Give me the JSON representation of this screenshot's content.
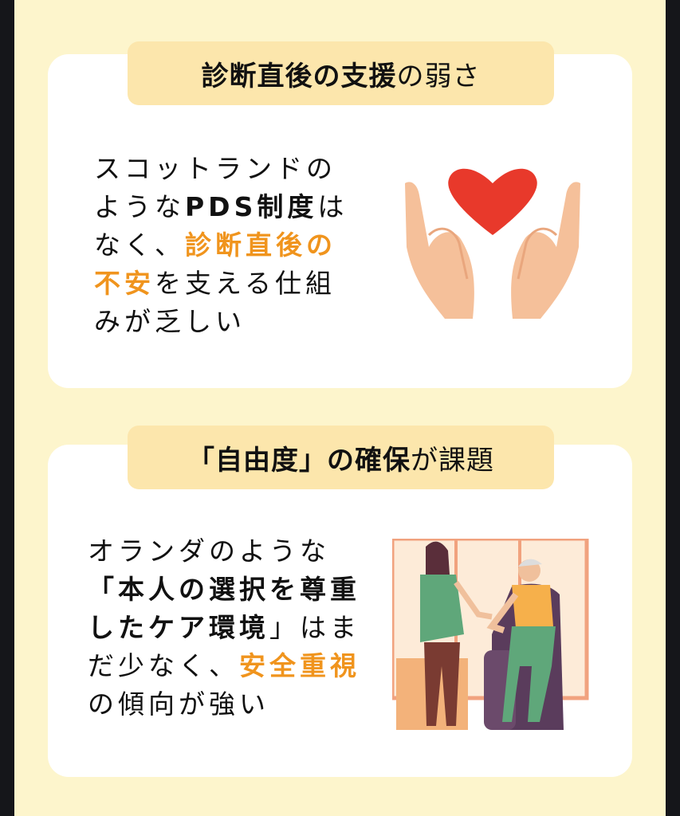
{
  "accent_color": "#f0941d",
  "sections": [
    {
      "title": [
        {
          "text": "診断直後の支援",
          "style": "b"
        },
        {
          "text": "の弱さ",
          "style": "n"
        }
      ],
      "body_lines": [
        [
          {
            "text": "スコットランドの",
            "style": "n"
          }
        ],
        [
          {
            "text": "ような",
            "style": "n"
          },
          {
            "text": "PDS制度",
            "style": "b"
          },
          {
            "text": "は",
            "style": "n"
          }
        ],
        [
          {
            "text": "なく、",
            "style": "n"
          },
          {
            "text": "診断直後の",
            "style": "o"
          }
        ],
        [
          {
            "text": "不安",
            "style": "o"
          },
          {
            "text": "を支える仕組",
            "style": "n"
          }
        ],
        [
          {
            "text": "みが乏しい",
            "style": "n"
          }
        ]
      ],
      "illustration": "hands-holding-heart-icon"
    },
    {
      "title": [
        {
          "text": "「自由度」の確保",
          "style": "b"
        },
        {
          "text": "が課題",
          "style": "n"
        }
      ],
      "body_lines": [
        [
          {
            "text": "オランダのような",
            "style": "n"
          }
        ],
        [
          {
            "text": "「本人の選択を尊重",
            "style": "b"
          }
        ],
        [
          {
            "text": "したケア環境",
            "style": "b"
          },
          {
            "text": "」はま",
            "style": "n"
          }
        ],
        [
          {
            "text": "だ少なく、",
            "style": "n"
          },
          {
            "text": "安全重視",
            "style": "o"
          }
        ],
        [
          {
            "text": "の傾向が強い",
            "style": "n"
          }
        ]
      ],
      "illustration": "caregiver-with-elderly-person"
    }
  ]
}
